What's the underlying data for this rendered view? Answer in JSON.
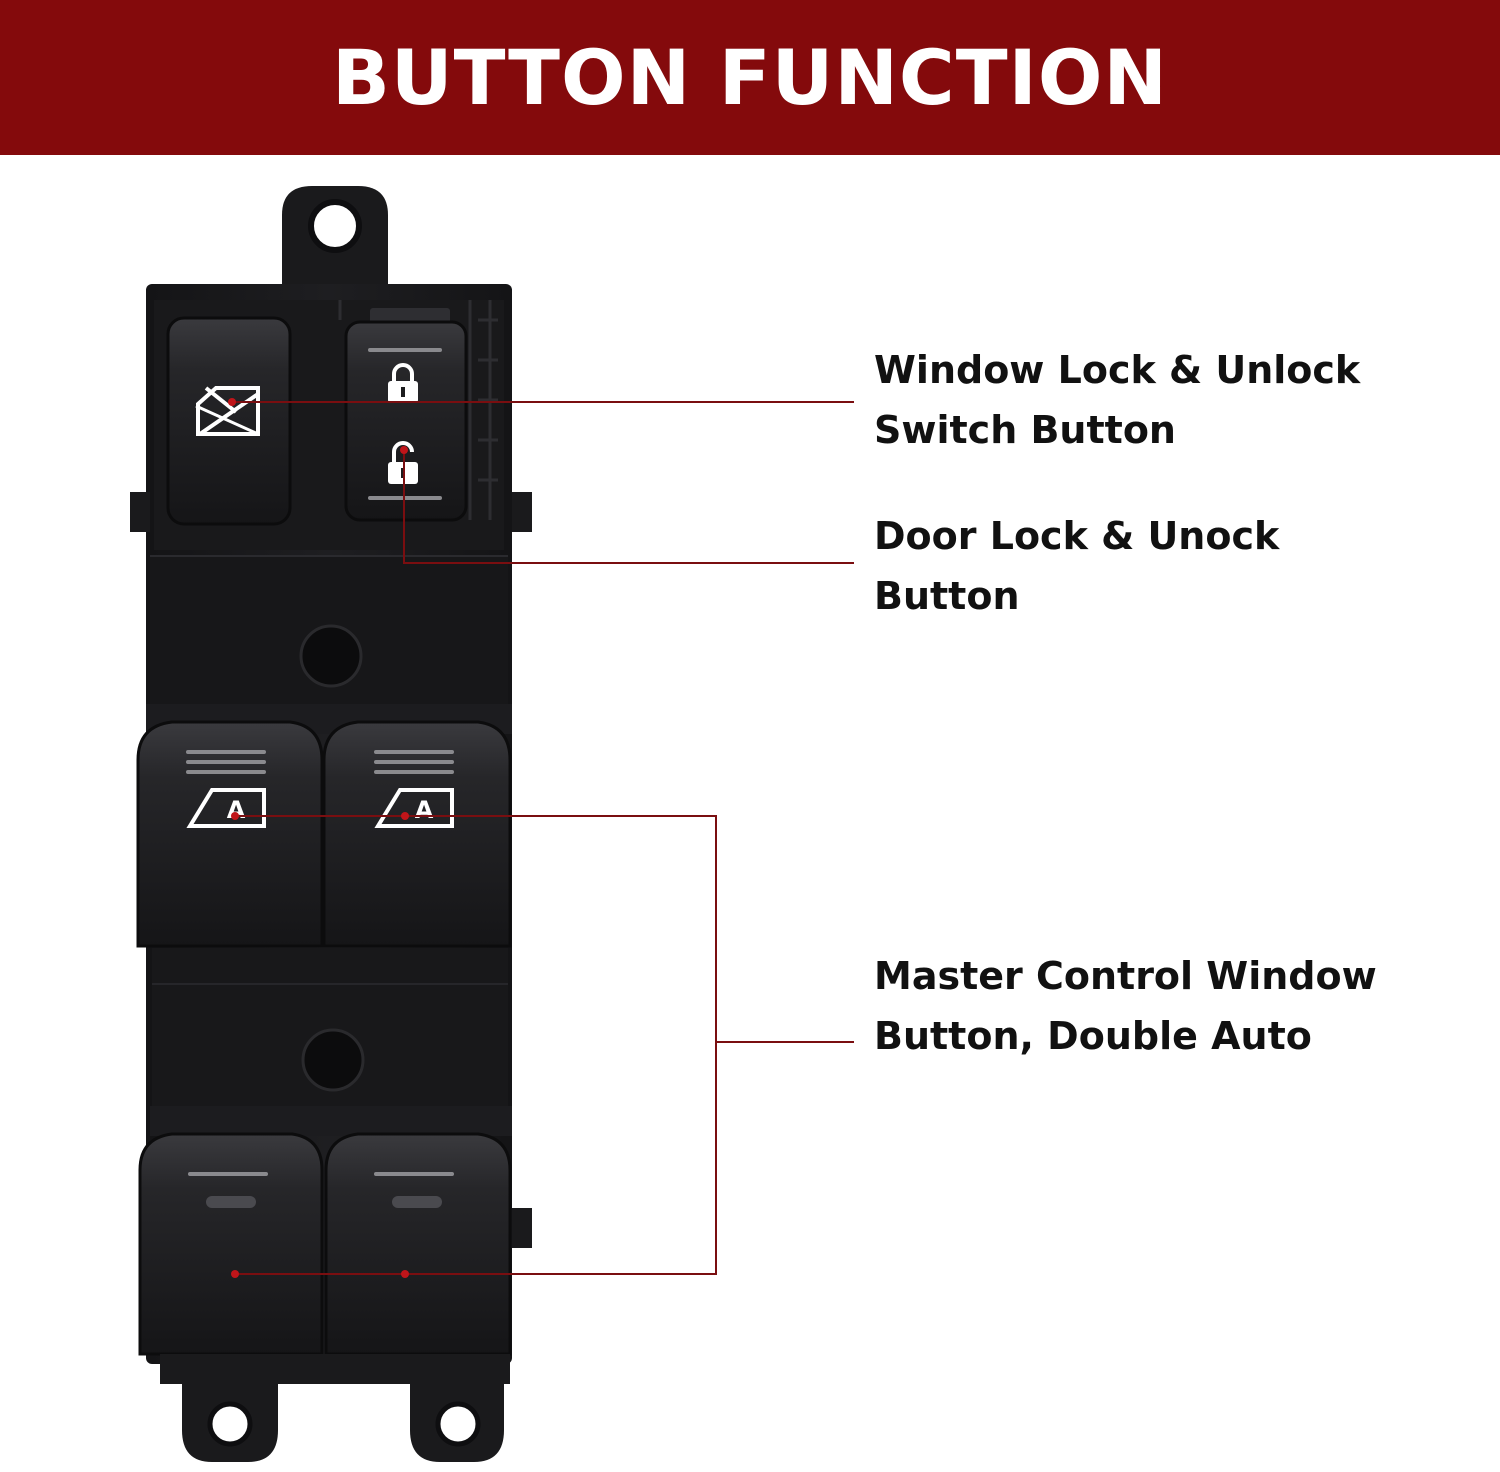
{
  "banner": {
    "title": "BUTTON FUNCTION",
    "color": "#840a0c"
  },
  "callouts": {
    "window_lock": {
      "line1": "Window Lock & Unlock",
      "line2": "Switch Button"
    },
    "door_lock": {
      "line1": "Door Lock & Unock",
      "line2": "Button"
    },
    "master_window": {
      "line1": "Master Control Window",
      "line2": "Button, Double Auto"
    }
  },
  "colors": {
    "leader": "#7a0e10",
    "switch_body": "#1c1c1e"
  },
  "icons": {
    "window_lock": "window-lock-icon",
    "door_lock": "padlock-locked-icon",
    "door_unlock": "padlock-unlocked-icon",
    "auto_window": "auto-window-icon"
  },
  "auto_label": "A"
}
